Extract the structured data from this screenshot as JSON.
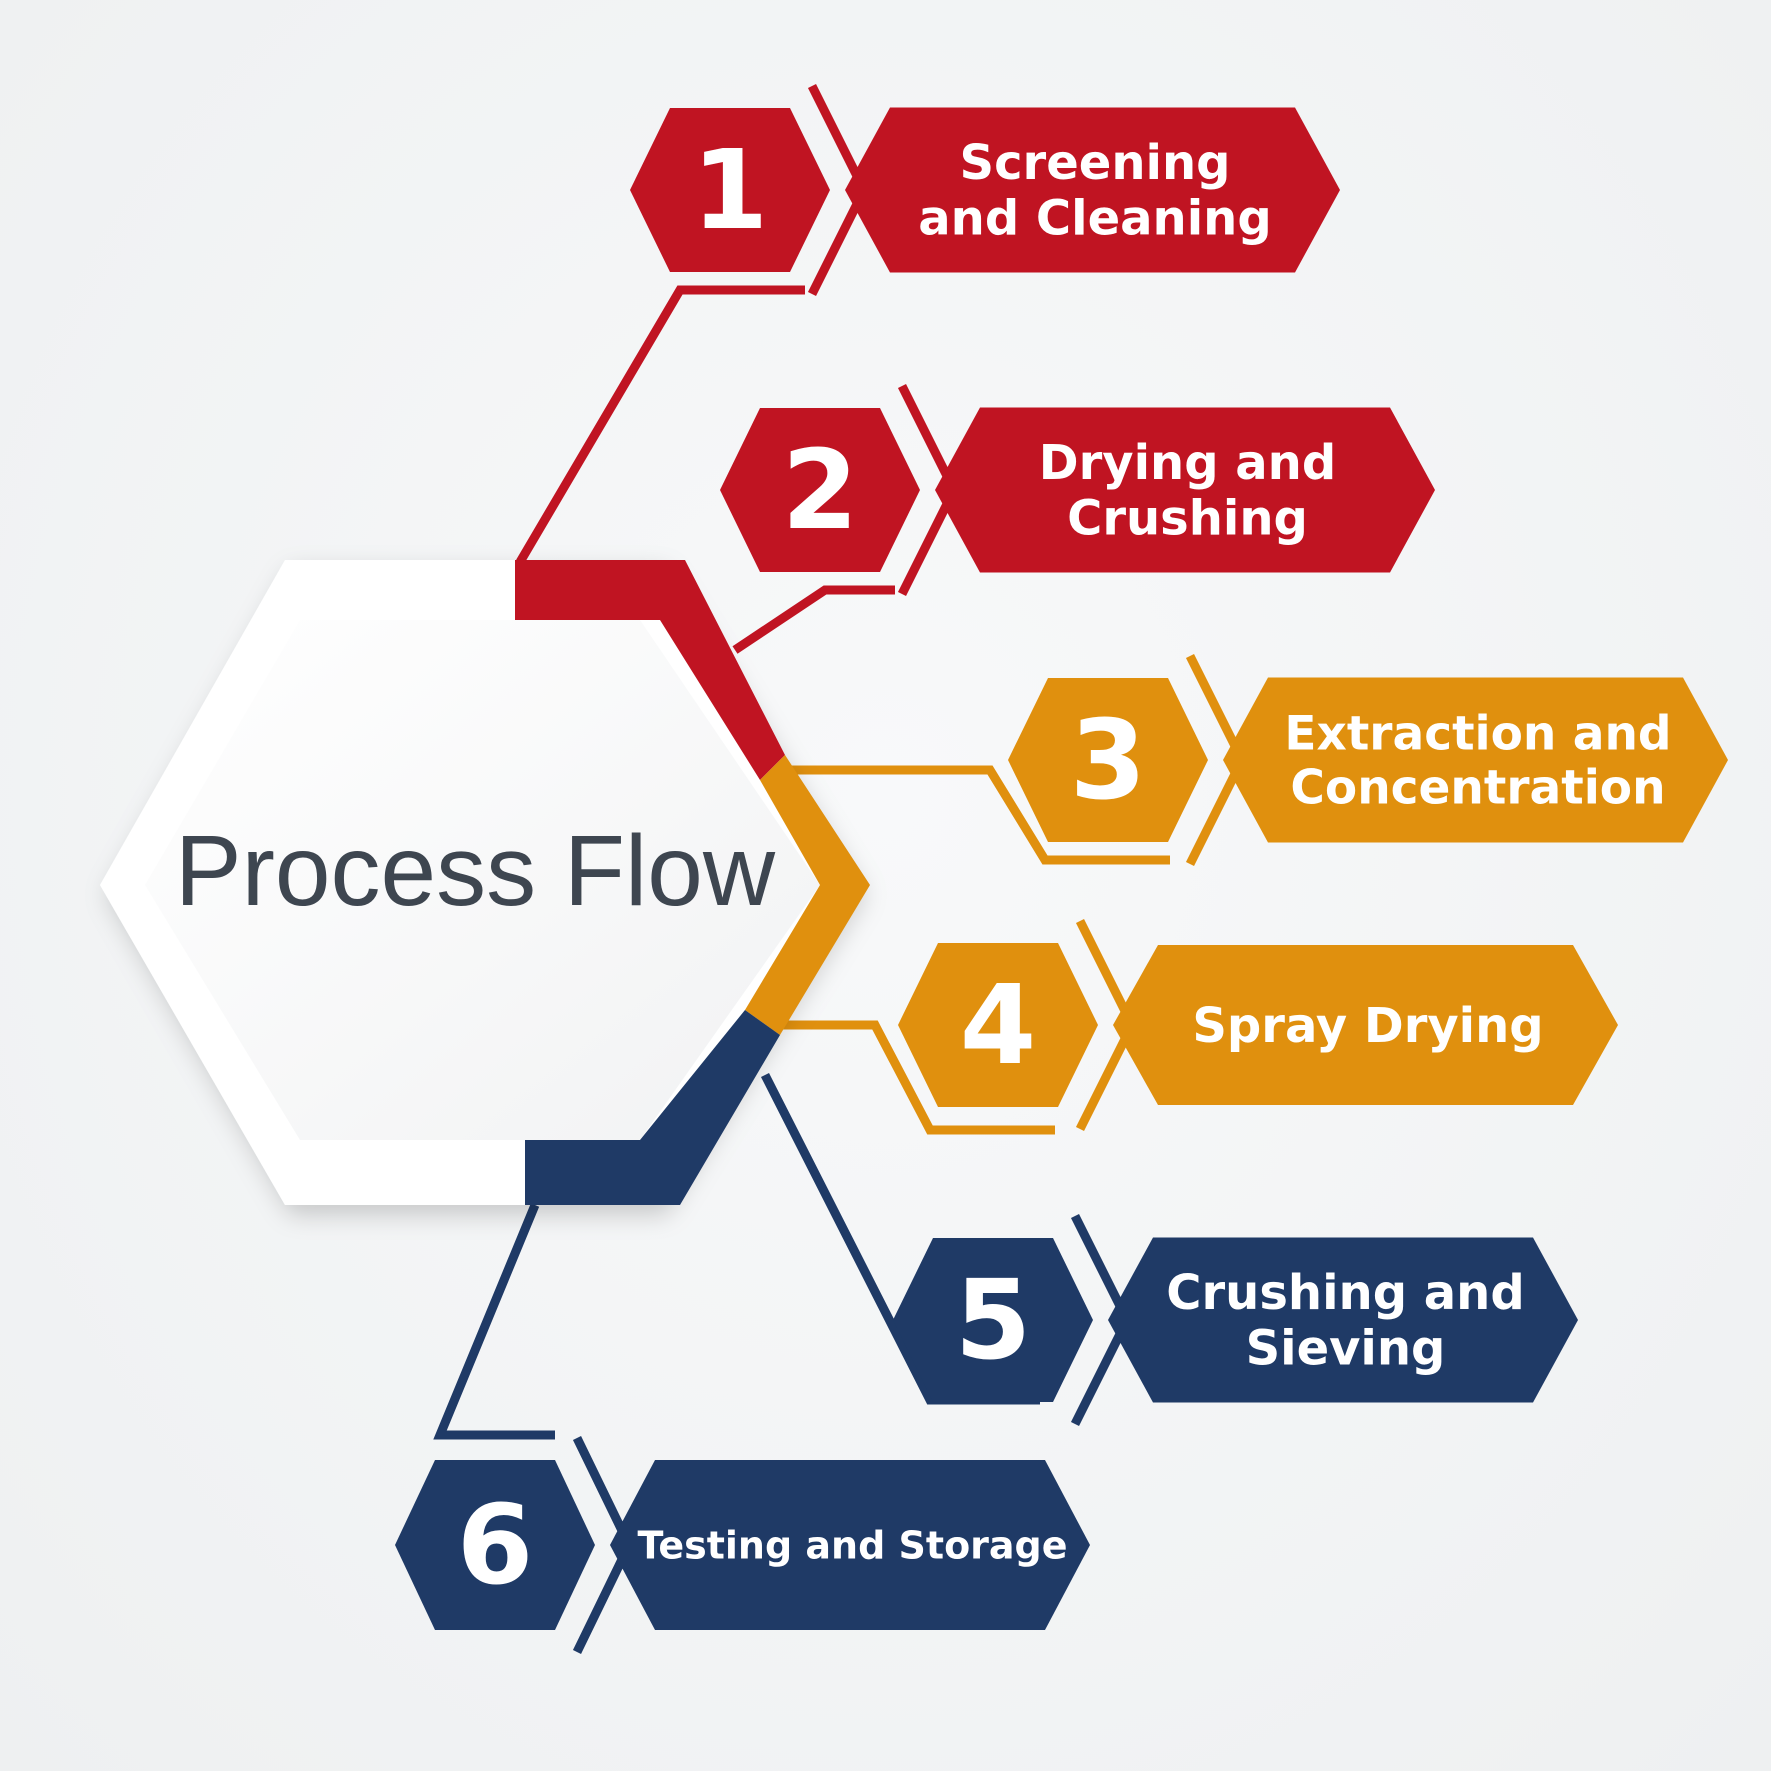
{
  "title": "Process Flow",
  "colors": {
    "red": "#c01422",
    "orange": "#e0900e",
    "navy": "#1f3a66",
    "title": "#3e4650"
  },
  "steps": [
    {
      "number": "1",
      "label_lines": [
        "Screening",
        "and Cleaning"
      ],
      "color": "red"
    },
    {
      "number": "2",
      "label_lines": [
        "Drying and",
        "Crushing"
      ],
      "color": "red"
    },
    {
      "number": "3",
      "label_lines": [
        "Extraction and",
        "Concentration"
      ],
      "color": "orange"
    },
    {
      "number": "4",
      "label_lines": [
        "Spray Drying"
      ],
      "color": "orange"
    },
    {
      "number": "5",
      "label_lines": [
        "Crushing and",
        "Sieving"
      ],
      "color": "navy"
    },
    {
      "number": "6",
      "label_lines": [
        "Testing and Storage"
      ],
      "color": "navy"
    }
  ]
}
